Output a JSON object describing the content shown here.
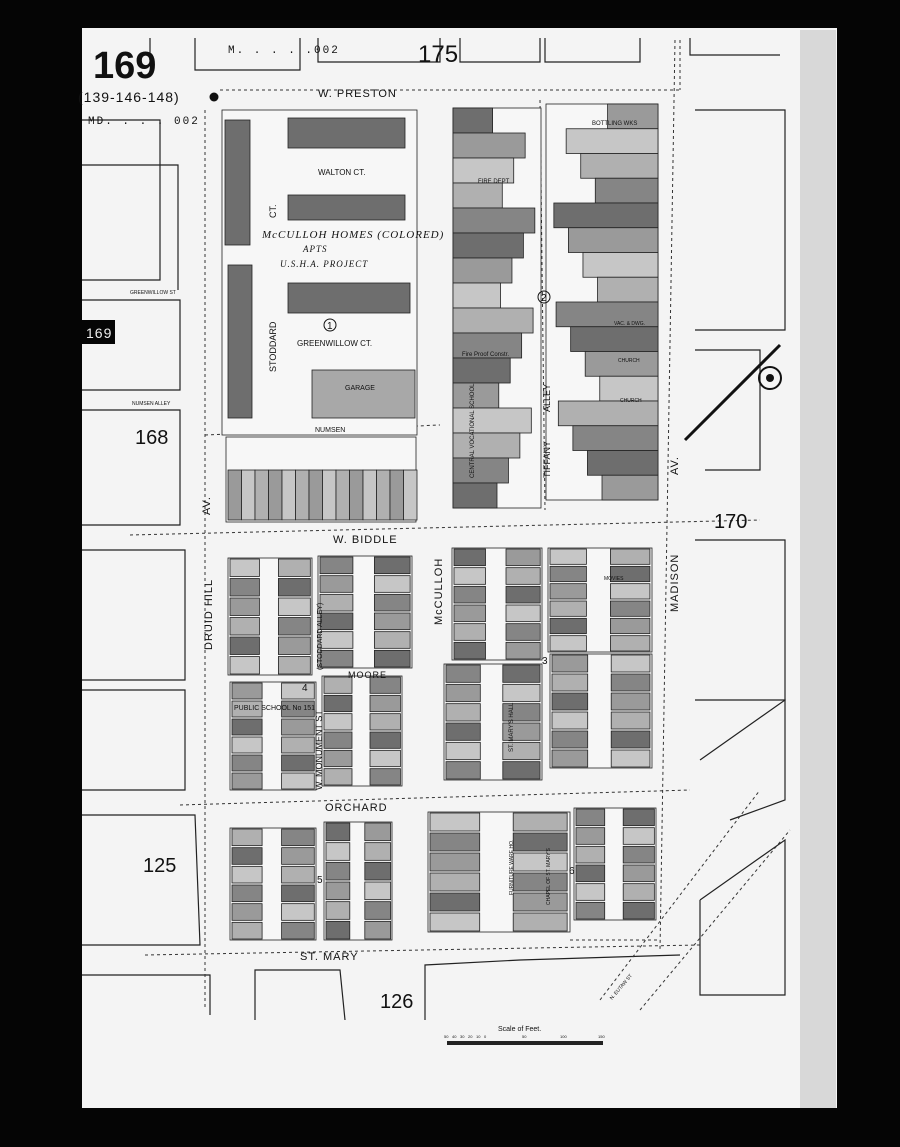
{
  "sheet": {
    "page_number": "169",
    "adjoining_sheets": "(139-146-148)",
    "edge_tab": "169",
    "volume_ref_left": "MD. . . . 002",
    "volume_ref_top": "M. . . . .002"
  },
  "adjacent_pages": {
    "top": "175",
    "left_upper": "168",
    "left_lower": "125",
    "bottom": "126",
    "right": "170"
  },
  "streets": {
    "preston": "W. PRESTON",
    "biddle": "W. BIDDLE",
    "orchard": "ORCHARD",
    "st_mary": "ST. MARY",
    "numsen": "NUMSEN",
    "moore": "MOORE",
    "druid_hill": "DRUID HILL",
    "druid_hill_av": "AV.",
    "madison": "MADISON",
    "madison_av": "AV.",
    "mcculloh": "McCULLOH",
    "stoddard": "STODDARD",
    "stoddard_ct": "CT.",
    "tiffany": "TIFFANY",
    "alley": "ALLEY",
    "monument": "W. MONUMENT ST",
    "stoddard_alley": "(STODDARD ALLEY)",
    "walton_ct": "WALTON CT.",
    "greenwillow_ct": "GREENWILLOW CT.",
    "greenwillow_st": "GREENWILLOW ST",
    "numsen_alley": "NUMSEN ALLEY",
    "n_eutaw": "N. EUTAW ST"
  },
  "buildings": {
    "homes": "McCULLOH  HOMES  (COLORED)",
    "apts": "APTS",
    "usha": "U.S.H.A. PROJECT",
    "garage": "GARAGE",
    "fire_dept": "FIRE DEPT",
    "fireproof": "Fire Proof Constr.",
    "vocational": "CENTRAL VOCATIONAL SCHOOL",
    "bottling": "BOTTLING WKS",
    "church": "CHURCH",
    "movies": "MOVIES",
    "public_school": "PUBLIC SCHOOL No 151",
    "st_marys_hall": "ST. MARY'S HALL",
    "furniture": "FURNITURE WARE HO.",
    "chapel": "CHAPEL OF ST. MARY'S",
    "stove_works": "VAC. & DWG."
  },
  "block_numbers": [
    "1",
    "2",
    "3",
    "4",
    "5",
    "6"
  ],
  "scale": {
    "title": "Scale of Feet.",
    "ticks": [
      "50",
      "40",
      "30",
      "20",
      "10",
      "0",
      "50",
      "100",
      "150"
    ]
  },
  "colors": {
    "paper": "#f4f4f4",
    "frame": "#050505",
    "building_dark": "#6e6e6e",
    "building_mid": "#9a9a9a",
    "building_light": "#c6c6c6"
  }
}
